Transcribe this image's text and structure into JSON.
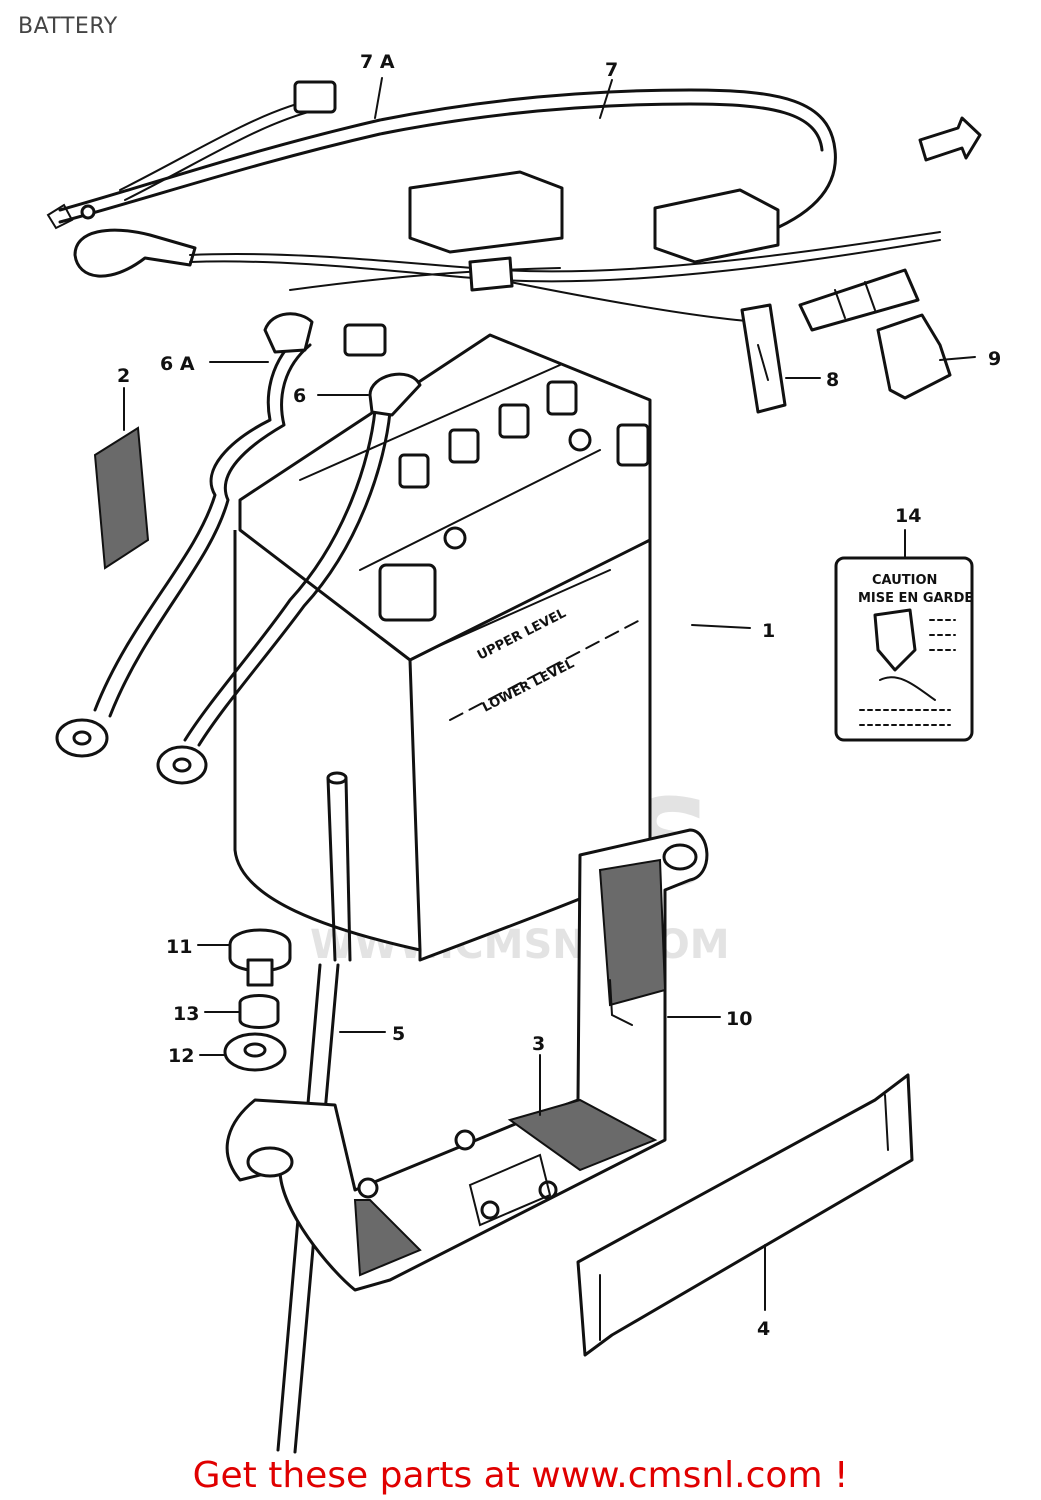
{
  "title": "BATTERY",
  "footer": "Get these parts at www.cmsnl.com !",
  "watermark": {
    "logo": "CMS",
    "url": "WWW.CMSNL.COM"
  },
  "battery_markings": {
    "upper": "UPPER LEVEL",
    "lower": "LOWER LEVEL"
  },
  "caution_label": {
    "line1": "CAUTION",
    "line2": "MISE EN GARDE"
  },
  "callouts": {
    "p1": "1",
    "p2": "2",
    "p3": "3",
    "p4": "4",
    "p5": "5",
    "p6": "6",
    "p6a": "6 A",
    "p7": "7",
    "p7a": "7 A",
    "p8": "8",
    "p9": "9",
    "p10": "10",
    "p11": "11",
    "p12": "12",
    "p13": "13",
    "p14": "14"
  },
  "colors": {
    "footer": "#e00000",
    "line": "#111111",
    "watermark": "#e3e3e3"
  }
}
